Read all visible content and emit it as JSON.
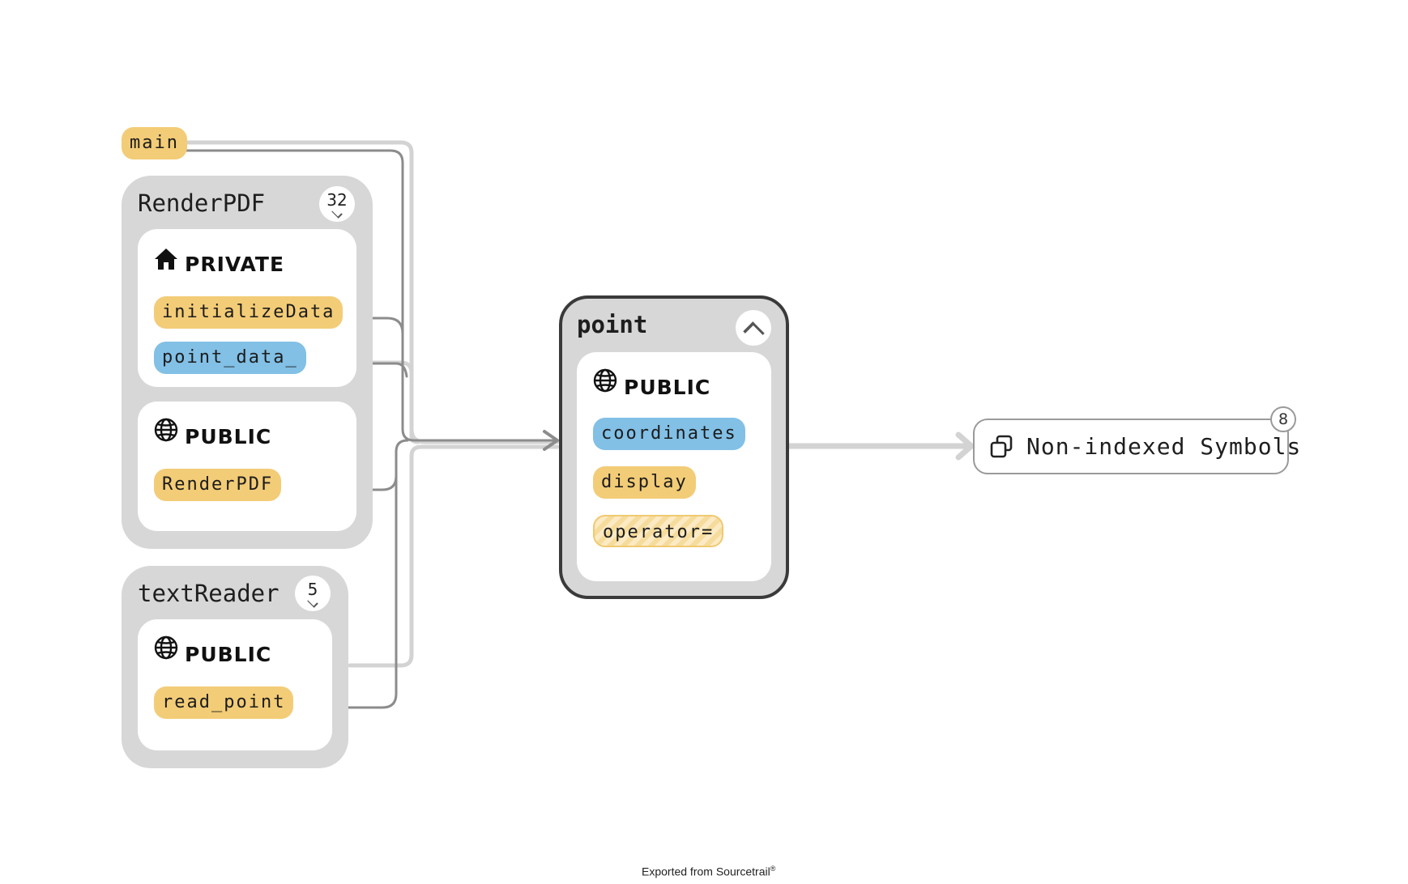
{
  "standalone": {
    "main": "main"
  },
  "renderpdf": {
    "title": "RenderPDF",
    "count": "32",
    "private_label": "PRIVATE",
    "public_label": "PUBLIC",
    "private_members": [
      "initializeData",
      "point_data_"
    ],
    "public_members": [
      "RenderPDF"
    ]
  },
  "textreader": {
    "title": "textReader",
    "count": "5",
    "public_label": "PUBLIC",
    "public_members": [
      "read_point"
    ]
  },
  "point": {
    "title": "point",
    "public_label": "PUBLIC",
    "members": [
      "coordinates",
      "display",
      "operator="
    ]
  },
  "non_indexed": {
    "label": "Non-indexed Symbols",
    "count": "8"
  },
  "footer": {
    "text": "Exported from Sourcetrail",
    "mark": "®"
  },
  "colors": {
    "function": "#f3cc77",
    "variable": "#82c0e6",
    "node_bg": "#d7d7d7",
    "edge_dark": "#8a8a8a",
    "edge_light": "#d0d0d0"
  },
  "icons": {
    "private": "house-icon",
    "public": "globe-icon",
    "non_indexed": "stacked-squares-icon"
  }
}
